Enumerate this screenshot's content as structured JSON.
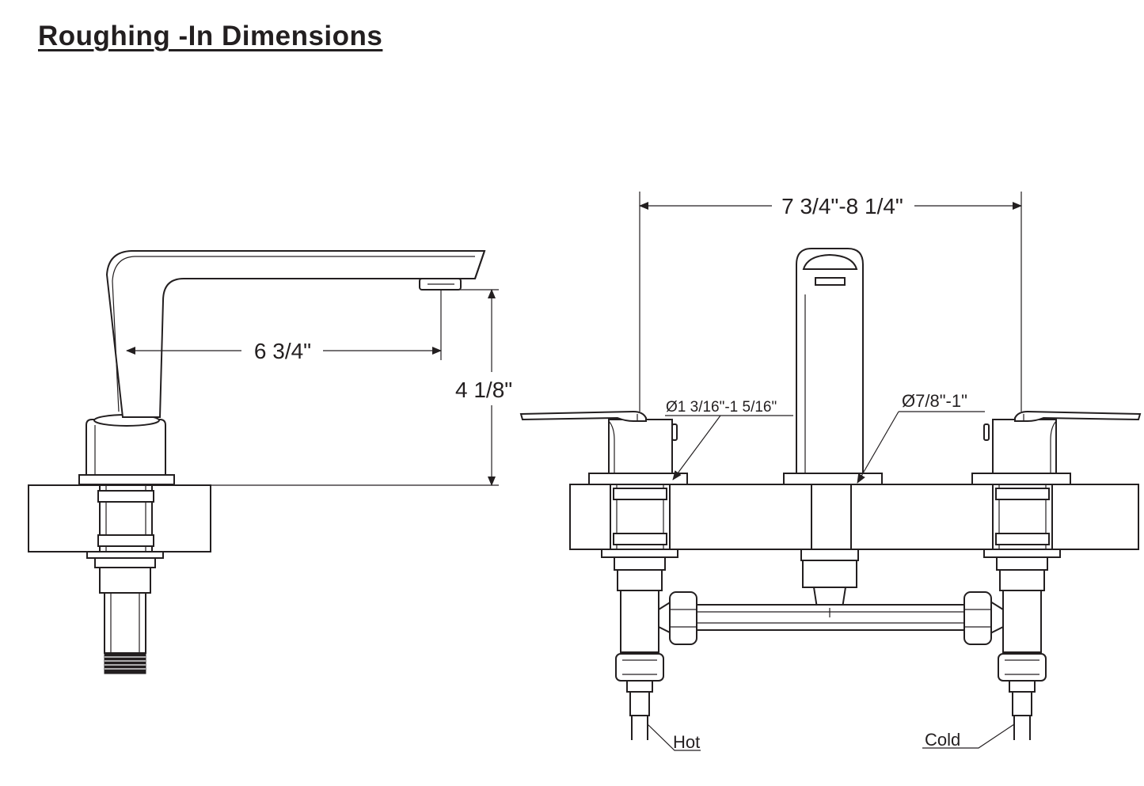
{
  "title": "Roughing -In Dimensions",
  "dimensions": {
    "spout_reach": "6 3/4\"",
    "spout_height": "4 1/8\"",
    "center_spread": "7 3/4\"-8 1/4\"",
    "handle_hole_diameter": "Ø1 3/16\"-1 5/16\"",
    "spout_hole_diameter": "Ø7/8\"-1\""
  },
  "labels": {
    "hot": "Hot",
    "cold": "Cold"
  },
  "colors": {
    "line": "#231f20",
    "background": "#ffffff"
  }
}
